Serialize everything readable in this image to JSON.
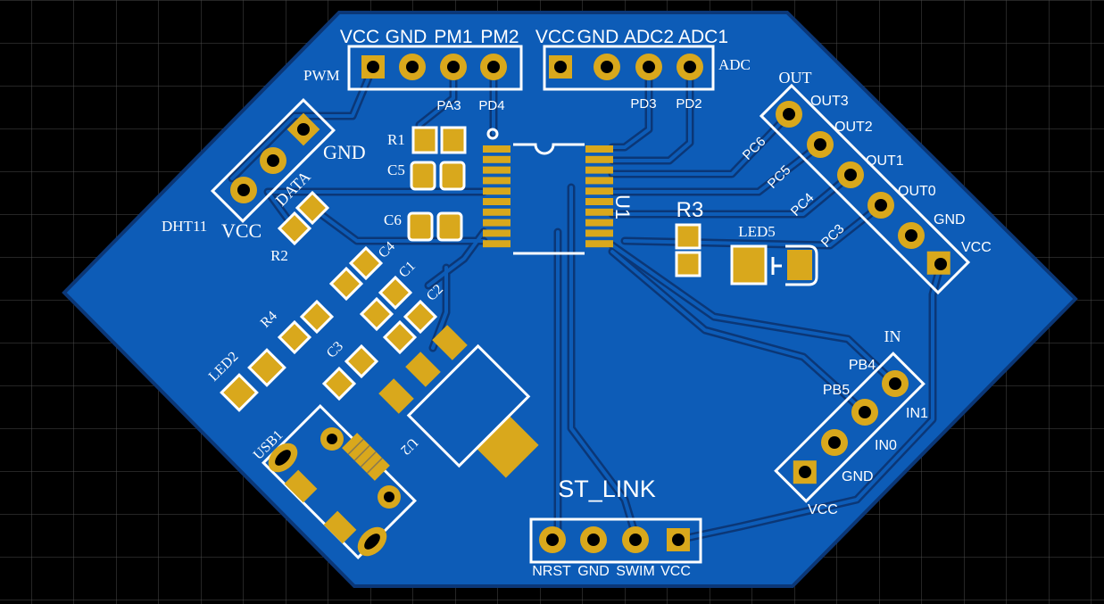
{
  "colors": {
    "board": "#0d5cb7",
    "pad": "#d9a81c",
    "silkscreen": "#ffffff",
    "background": "#000000",
    "grid": "#4a4a4a",
    "trace_outline": "#0b3777"
  },
  "pwm_header": {
    "label": "PWM",
    "pins": [
      "VCC",
      "GND",
      "PM1",
      "PM2"
    ],
    "nets": [
      "PA3",
      "PD4"
    ]
  },
  "adc_header": {
    "label": "ADC",
    "pins": [
      "VCC",
      "GND",
      "ADC2",
      "ADC1"
    ],
    "nets": [
      "PD3",
      "PD2"
    ]
  },
  "out_header": {
    "label": "OUT",
    "pins": [
      "OUT3",
      "OUT2",
      "OUT1",
      "OUT0",
      "GND",
      "VCC"
    ],
    "nets": [
      "PC6",
      "PC5",
      "PC4",
      "PC3"
    ]
  },
  "in_header": {
    "label": "IN",
    "pins": [
      "IN1",
      "IN0",
      "GND",
      "VCC"
    ],
    "nets": [
      "PB4",
      "PB5"
    ]
  },
  "st_link": {
    "label": "ST_LINK",
    "pins": [
      "NRST",
      "GND",
      "SWIM",
      "VCC"
    ]
  },
  "dht11": {
    "label": "DHT11",
    "pins": [
      "GND",
      "DATA",
      "VCC"
    ]
  },
  "components": {
    "r1": "R1",
    "r2": "R2",
    "r3": "R3",
    "r4": "R4",
    "c1": "C1",
    "c2": "C2",
    "c3": "C3",
    "c4": "C4",
    "c5": "C5",
    "c6": "C6",
    "u1": "U1",
    "u2": "U2",
    "led2": "LED2",
    "led5": "LED5",
    "usb1": "USB1"
  }
}
